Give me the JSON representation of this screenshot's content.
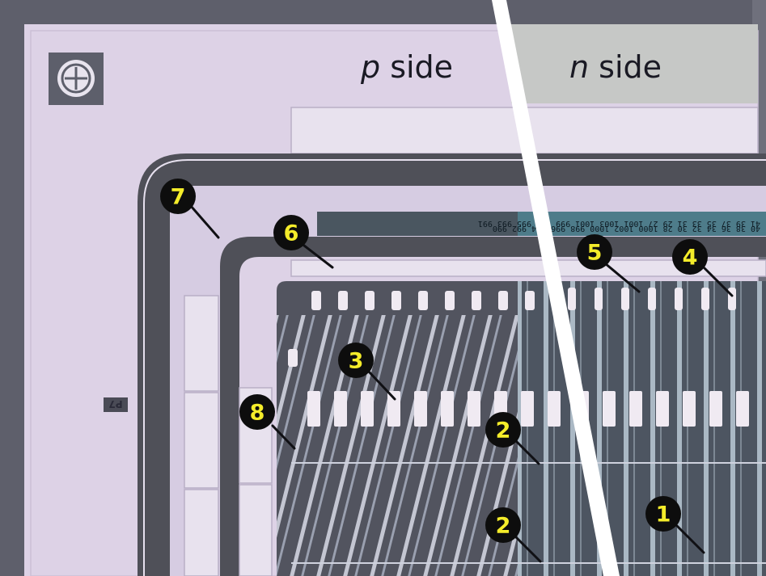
{
  "labels": {
    "p_side_letter": "p",
    "p_side_word": " side",
    "n_side_letter": "n",
    "n_side_word": " side",
    "chip_mark": "P7"
  },
  "strip_numbers": {
    "row1": "41  39  37  35  33  31  29  27  1001 1003 1001  999  997  995  993  991",
    "row2": "40  38  36  34  32  30  28  1000  1002  1000  998  996  994  992  990"
  },
  "markers": [
    {
      "id": 1,
      "label": "1"
    },
    {
      "id": 2,
      "label": "2"
    },
    {
      "id": 3,
      "label": "2"
    },
    {
      "id": 4,
      "label": "3"
    },
    {
      "id": 5,
      "label": "4"
    },
    {
      "id": 6,
      "label": "5"
    },
    {
      "id": 7,
      "label": "6"
    },
    {
      "id": 8,
      "label": "7"
    },
    {
      "id": 9,
      "label": "8"
    }
  ],
  "colors": {
    "frame": "#5e5f6b",
    "pad_lavender": "#ddd2e6",
    "n_side_panel": "#c6c8c6",
    "ring_dark": "#4f5058",
    "active_area": "#52545f",
    "strip_metal": "#c4c6d2",
    "marker_fill": "#0d0d0d",
    "marker_text": "#f4ec2a",
    "divider": "#ffffff"
  }
}
